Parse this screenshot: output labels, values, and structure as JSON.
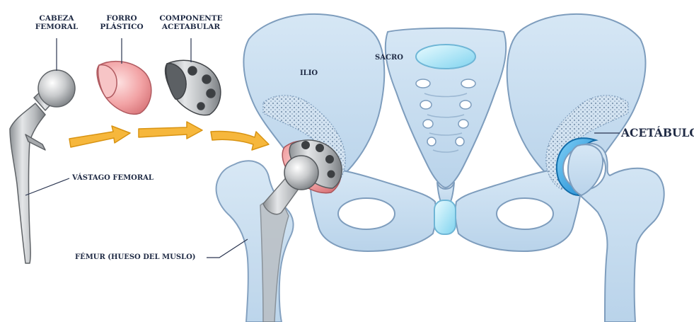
{
  "labels": {
    "femoral_head": [
      "CABEZA",
      "FEMORAL"
    ],
    "plastic_liner": [
      "FORRO",
      "PLÁSTICO"
    ],
    "acetabular_component": [
      "COMPONENTE",
      "ACETABULAR"
    ],
    "femoral_stem": "VÁSTAGO FEMORAL",
    "femur": "FÉMUR (HUESO DEL MUSLO)",
    "ilium": "ILIO",
    "sacrum": "SACRO",
    "acetabulum": "ACETÁBULO"
  },
  "colors": {
    "bone": "#c9dff1",
    "bone_outline": "#7e9dbd",
    "bone_dark": "#a9c6e2",
    "metal": "#c9cbcd",
    "metal_dark": "#6f7377",
    "liner": "#f2a3a5",
    "arrow": "#f6b73c",
    "cartilage": "#2f9fe0",
    "text": "#1f2a44"
  }
}
